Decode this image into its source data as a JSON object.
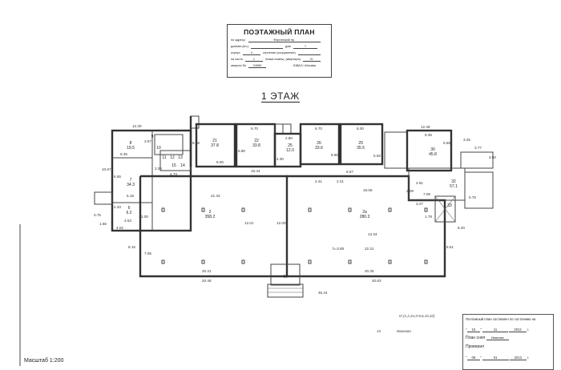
{
  "title_block": {
    "heading": "ПОЭТАЖНЫЙ ПЛАН",
    "address_label": "по адресу:",
    "address_value": "Ферганский пр.",
    "house_label": "домовл.(вл.)",
    "dom_label": "дом",
    "dom_value": "7",
    "korpus_label": "корпус",
    "korpus_value": "4",
    "building_label": "строение (сооружение)",
    "part_label": "на часть",
    "part_value": "1",
    "floor_room_label": "этажа помещ. (квартира)",
    "floor_room_value": "III",
    "quarter_label": "квартал №",
    "quarter_value": "24069",
    "district": "ЮВАО г.Москвы"
  },
  "floor_title": "1 ЭТАЖ",
  "rooms": [
    {
      "no": "8",
      "area": "19.5"
    },
    {
      "no": "7",
      "area": "34.3"
    },
    {
      "no": "6",
      "area": "6.2"
    },
    {
      "no": "9",
      "area": ""
    },
    {
      "no": "10",
      "area": ""
    },
    {
      "no": "11",
      "area": ""
    },
    {
      "no": "12",
      "area": ""
    },
    {
      "no": "13",
      "area": ""
    },
    {
      "no": "14",
      "area": ""
    },
    {
      "no": "15",
      "area": ""
    },
    {
      "no": "21",
      "area": "37.8"
    },
    {
      "no": "22",
      "area": "33.8"
    },
    {
      "no": "25",
      "area": "12.0"
    },
    {
      "no": "26",
      "area": "33.6"
    },
    {
      "no": "29",
      "area": "35.5"
    },
    {
      "no": "30",
      "area": "45.8"
    },
    {
      "no": "32",
      "area": "57.1"
    },
    {
      "no": "2",
      "area": "358.2"
    },
    {
      "no": "2а",
      "area": "280.3"
    },
    {
      "no": "33",
      "area": ""
    },
    {
      "no": "III",
      "area": ""
    }
  ],
  "dimensions": [
    "12.30",
    "6.45",
    "3.57",
    "10.67",
    "6.65",
    "5.19",
    "4.53",
    "4.02",
    "1.65",
    "0.75",
    "2.33",
    "2.00",
    "4.73",
    "2.00",
    "6.58",
    "5.70",
    "5.90",
    "6.00",
    "2.80",
    "4.30",
    "5.70",
    "5.90",
    "6.00",
    "5.92",
    "19.44",
    "12.48",
    "8.35",
    "5.55",
    "3.25",
    "3.77",
    "3.50",
    "8.67",
    "2.41",
    "2.41",
    "19.06",
    "21.33",
    "12.01",
    "12.00",
    "13.34",
    "22.31",
    "2.91",
    "2.09",
    "7.09",
    "3.27",
    "1.78",
    "6.75",
    "6.40",
    "8.15",
    "7.05",
    "8.51",
    "20.31",
    "20.48",
    "20.35",
    "20.63",
    "45.44",
    "h=3.80"
  ],
  "stamp": {
    "line1": "Поэтажный план составлен по состоянию на",
    "date1_day": "15",
    "date1_month": "11",
    "date1_year": "2012",
    "surveyor_label": "План снял",
    "surveyor_name": "Иванова",
    "checked_label": "Проверил",
    "date2_day": "09",
    "date2_month": "01",
    "date2_year": "2013",
    "year_suffix": "г."
  },
  "note": {
    "line1": "III (1,2,2а,5-8,6,10,32)",
    "signature": "Иванова",
    "left_mark": "15"
  },
  "scale": "Масштаб 1:200"
}
